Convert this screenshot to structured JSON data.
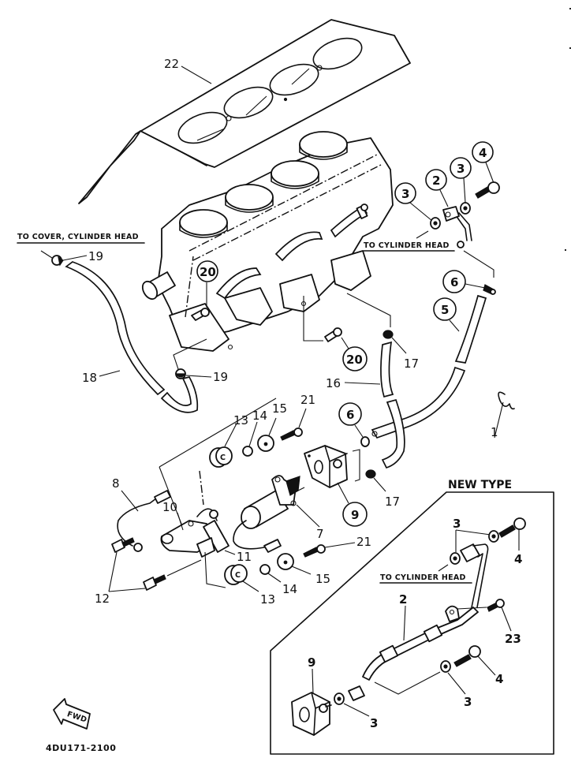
{
  "diagram": {
    "part_code": "4DU171-2100",
    "fwd_arrow_label": "FWD",
    "inset_title": "NEW TYPE",
    "notes": {
      "to_cover_cylinder_head": "TO COVER, CYLINDER HEAD",
      "to_cylinder_head_main": "TO CYLINDER HEAD",
      "to_cylinder_head_inset": "TO CYLINDER HEAD"
    },
    "callouts": {
      "c1": "1",
      "c2": "2",
      "c3a": "3",
      "c3b": "3",
      "c4": "4",
      "c5": "5",
      "c6a": "6",
      "c6b": "6",
      "c7": "7",
      "c8": "8",
      "c9": "9",
      "c10": "10",
      "c11": "11",
      "c12": "12",
      "c13a": "13",
      "c13b": "13",
      "c14a": "14",
      "c14b": "14",
      "c15a": "15",
      "c15b": "15",
      "c16": "16",
      "c17a": "17",
      "c17b": "17",
      "c18": "18",
      "c19a": "19",
      "c19b": "19",
      "c20a": "20",
      "c20b": "20",
      "c21a": "21",
      "c21b": "21",
      "c22": "22",
      "inset_c2": "2",
      "inset_c3a": "3",
      "inset_c3b": "3",
      "inset_c3c": "3",
      "inset_c4a": "4",
      "inset_c4b": "4",
      "inset_c9": "9",
      "inset_c23": "23"
    }
  }
}
